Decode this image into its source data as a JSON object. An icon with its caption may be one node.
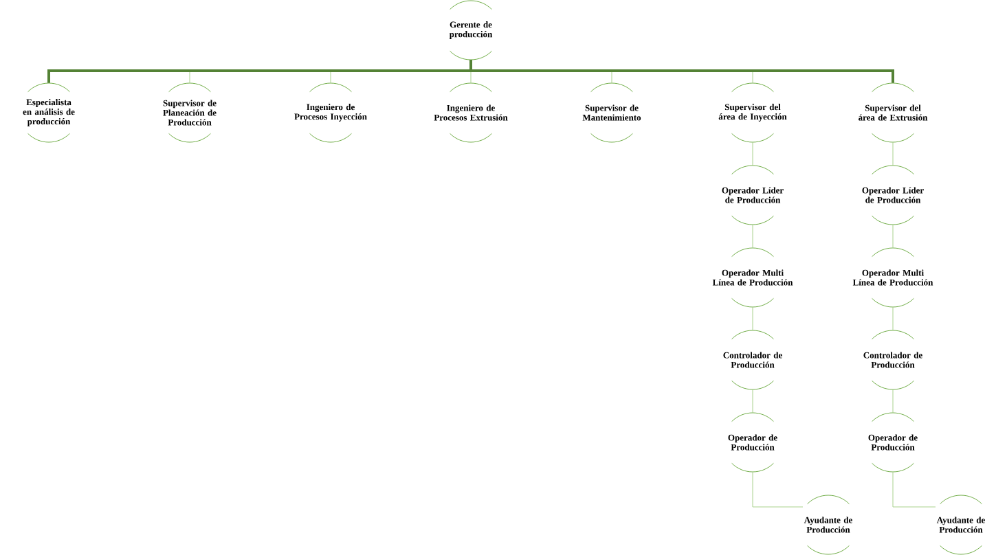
{
  "diagram": {
    "nodes": [
      {
        "text": [
          "Gerente de producción"
        ]
      },
      {
        "text": [
          "Especialista en análisis de producción"
        ]
      },
      {
        "text": [
          "Supervisor de Planeación de Producción"
        ]
      },
      {
        "text": [
          "Ingeniero de Procesos Inyección"
        ]
      },
      {
        "text": [
          "Ingeniero de Procesos Extrusión"
        ]
      },
      {
        "text": [
          "Supervisor de Mantenimiento"
        ]
      },
      {
        "text": [
          "Supervisor del área de Inyección"
        ]
      },
      {
        "text": [
          "Supervisor del área de Extrusión"
        ]
      },
      {
        "text": [
          "Operador Líder de Producción"
        ]
      },
      {
        "text": [
          "Operador Multi Línea de Producción"
        ]
      },
      {
        "text": [
          "Controlador de Producción"
        ]
      },
      {
        "text": [
          "Operador de Producción"
        ]
      },
      {
        "text": [
          "Ayudante de Producción"
        ]
      },
      {
        "text": [
          "Operador Líder de Producción"
        ]
      },
      {
        "text": [
          "Operador Multi Línea de Producción"
        ]
      },
      {
        "text": [
          "Controlador de Producción"
        ]
      },
      {
        "text": [
          "Operador de Producción"
        ]
      },
      {
        "text": [
          "Ayudante de Producción"
        ]
      }
    ],
    "edges": [
      {
        "from": 0,
        "to": 1,
        "arrow": "none",
        "style": "thick",
        "color": "#548235"
      },
      {
        "from": 0,
        "to": 2,
        "arrow": "none"
      },
      {
        "from": 0,
        "to": 3,
        "arrow": "none"
      },
      {
        "from": 0,
        "to": 4,
        "arrow": "none"
      },
      {
        "from": 0,
        "to": 5,
        "arrow": "none"
      },
      {
        "from": 0,
        "to": 6,
        "arrow": "none"
      },
      {
        "from": 0,
        "to": 7,
        "arrow": "none",
        "style": "thick",
        "color": "#548235"
      },
      {
        "from": 6,
        "to": 8,
        "arrow": "none"
      },
      {
        "from": 8,
        "to": 9,
        "arrow": "none"
      },
      {
        "from": 9,
        "to": 10,
        "arrow": "none"
      },
      {
        "from": 10,
        "to": 11,
        "arrow": "none"
      },
      {
        "from": 11,
        "to": 12,
        "arrow": "none"
      },
      {
        "from": 7,
        "to": 13,
        "arrow": "none"
      },
      {
        "from": 13,
        "to": 14,
        "arrow": "none"
      },
      {
        "from": 14,
        "to": 15,
        "arrow": "none"
      },
      {
        "from": 15,
        "to": 16,
        "arrow": "none"
      },
      {
        "from": 16,
        "to": 17,
        "arrow": "none"
      }
    ]
  }
}
